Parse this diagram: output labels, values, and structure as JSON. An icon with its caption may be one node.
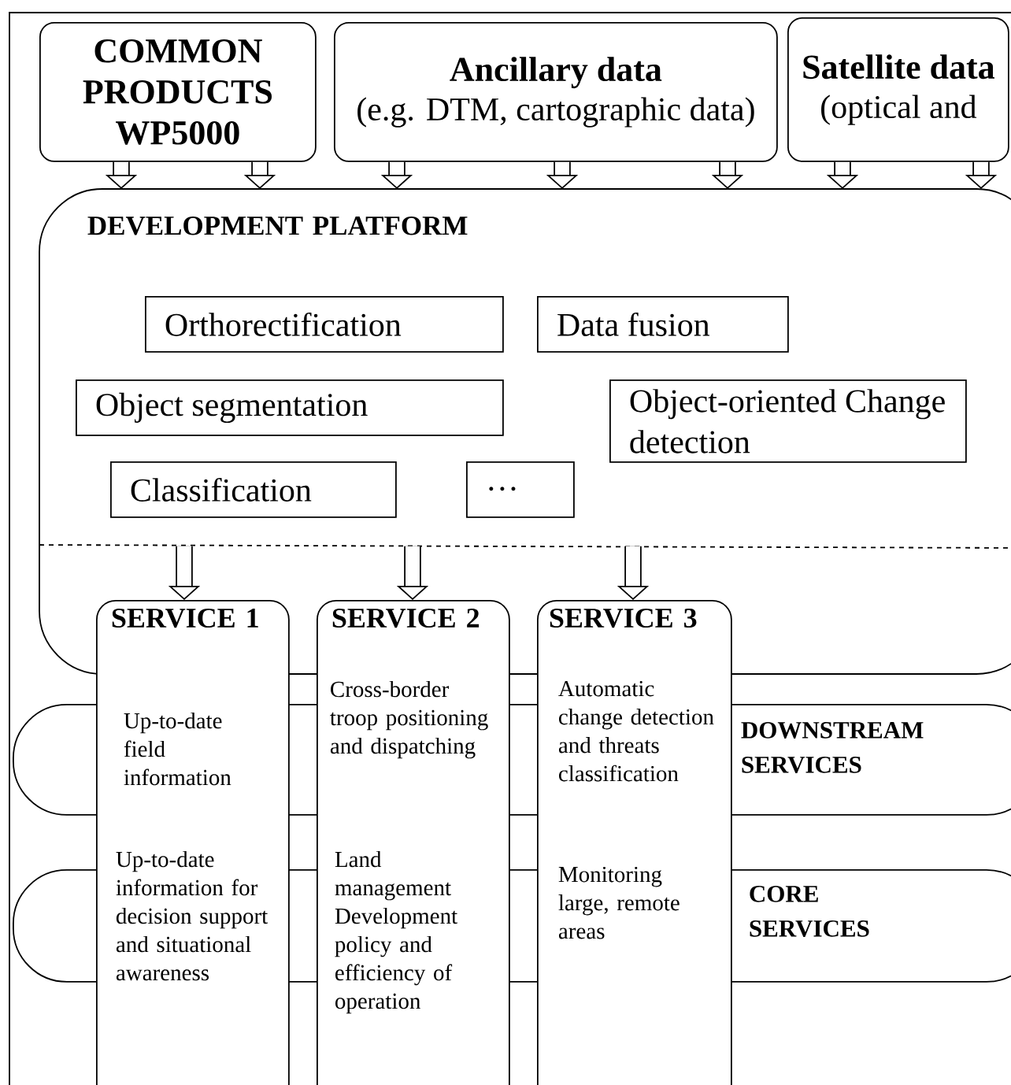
{
  "diagram": {
    "nodes": [
      {
        "text": [
          "COMMON PRODUCTS WP5000"
        ]
      },
      {
        "text": [
          "Ancillary data",
          "(e.g. DTM, cartographic data)"
        ]
      },
      {
        "text": [
          "Satellite data",
          "(optical and"
        ]
      },
      {
        "text": [
          "DEVELOPMENT PLATFORM"
        ]
      },
      {
        "text": [
          "Orthorectification"
        ],
        "in": 3
      },
      {
        "text": [
          "Data fusion"
        ],
        "in": 3
      },
      {
        "text": [
          "Object segmentation"
        ],
        "in": 3
      },
      {
        "text": [
          "Object-oriented Change detection"
        ],
        "in": 3
      },
      {
        "text": [
          "Classification"
        ],
        "in": 3
      },
      {
        "text": [
          "…"
        ],
        "in": 3
      },
      {
        "text": [
          "SERVICE 1",
          "Up-to-date field information",
          "Up-to-date information for decision support and situational awareness"
        ]
      },
      {
        "text": [
          "SERVICE 2",
          "Cross-border troop positioning and dispatching",
          "Land management Development policy and efficiency of operation"
        ]
      },
      {
        "text": [
          "SERVICE 3",
          "Automatic change detection and threats classification",
          "Monitoring large, remote areas"
        ]
      },
      {
        "text": [
          "DOWNSTREAM SERVICES"
        ]
      },
      {
        "text": [
          "CORE SERVICES"
        ]
      }
    ],
    "edges": [
      {
        "from": 0,
        "to": 3,
        "arrow": "to"
      },
      {
        "from": 0,
        "to": 3,
        "arrow": "to"
      },
      {
        "from": 1,
        "to": 3,
        "arrow": "to"
      },
      {
        "from": 1,
        "to": 3,
        "arrow": "to"
      },
      {
        "from": 1,
        "to": 3,
        "arrow": "to"
      },
      {
        "from": 2,
        "to": 3,
        "arrow": "to"
      },
      {
        "from": 2,
        "to": 3,
        "arrow": "to"
      },
      {
        "from": 3,
        "to": 10,
        "arrow": "to"
      },
      {
        "from": 3,
        "to": 11,
        "arrow": "to"
      },
      {
        "from": 3,
        "to": 12,
        "arrow": "to"
      }
    ]
  }
}
